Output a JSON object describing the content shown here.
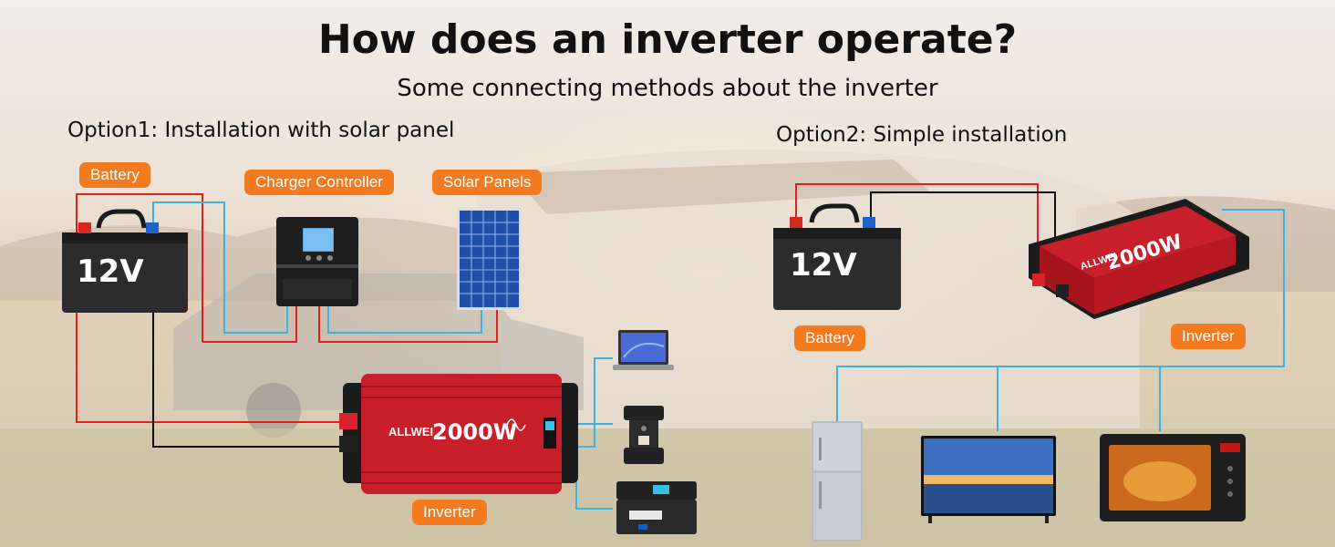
{
  "header": {
    "title": "How does an inverter operate?",
    "subtitle": "Some connecting methods about the inverter"
  },
  "option1": {
    "heading": "Option1: Installation with solar panel",
    "battery_label": "Battery",
    "controller_label": "Charger Controller",
    "solar_label": "Solar Panels",
    "inverter_label": "Inverter",
    "battery_voltage": "12V",
    "inverter_brand": "ALLWEI",
    "inverter_power": "2000W"
  },
  "option2": {
    "heading": "Option2: Simple installation",
    "battery_label": "Battery",
    "inverter_label": "Inverter",
    "battery_voltage": "12V",
    "inverter_brand": "ALLWEI",
    "inverter_power": "2000W"
  },
  "colors": {
    "accent": "#f47a20",
    "positive_wire": "#e0201e",
    "negative_wire": "#111111",
    "ac_wire": "#3ab3e0",
    "inverter_red": "#c8202a"
  }
}
